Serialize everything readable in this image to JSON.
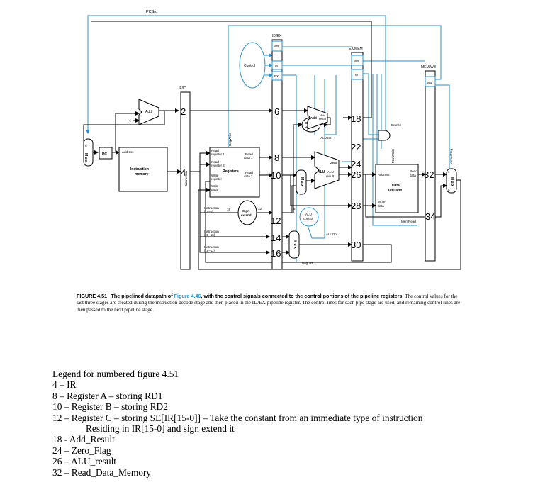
{
  "diagram": {
    "pipeline_registers": [
      "IF/ID",
      "ID/EX",
      "EX/MEM",
      "MEM/WB"
    ],
    "control_fields": [
      "WB",
      "M",
      "EX"
    ],
    "blocks": {
      "control": "Control",
      "add": "Add",
      "add2_a": "Add",
      "add2_b": "Add",
      "add2_c": "result",
      "shift_a": "Shift",
      "shift_b": "left 2",
      "pc": "PC",
      "pc_address": "Address",
      "imem_a": "Instruction",
      "imem_b": "memory",
      "rf_read1_a": "Read",
      "rf_read1_b": "register 1",
      "rf_read2_a": "Read",
      "rf_read2_b": "register 2",
      "rf_write_a": "Write",
      "rf_write_b": "register",
      "rf_wdata_a": "Write",
      "rf_wdata_b": "data",
      "rf_title": "Registers",
      "rf_rd1_a": "Read",
      "rf_rd1_b": "data 1",
      "rf_rd2_a": "Read",
      "rf_rd2_b": "data 2",
      "sign_a": "Sign-",
      "sign_b": "extend",
      "alu": "ALU",
      "alu_zero": "Zero",
      "alu_res_a": "ALU",
      "alu_res_b": "result",
      "alu_ctl_a": "ALU",
      "alu_ctl_b": "control",
      "dmem_addr": "Address",
      "dmem_rd_a": "Read",
      "dmem_rd_b": "data",
      "dmem_title_a": "Data",
      "dmem_title_b": "memory",
      "dmem_wd_a": "Write",
      "dmem_wd_b": "data",
      "mux_letters": "M u x",
      "instr_vert": "Instruction",
      "instr_15_0_a": "Instruction",
      "instr_15_0_b": "[15–0]",
      "instr_20_16_a": "Instruction",
      "instr_20_16_b": "[20–16]",
      "instr_15_11_a": "Instruction",
      "instr_15_11_b": "[15–11]"
    },
    "signals": {
      "pcsrc": "PCSrc",
      "regwrite": "RegWrite",
      "alusrc": "ALUSrc",
      "aluop": "ALUOp",
      "regdst": "RegDst",
      "branch": "Branch",
      "memwrite": "MemWrite",
      "memread": "MemRead",
      "memtoreg": "MemtoReg",
      "four": "4",
      "w16": "16",
      "w32": "32",
      "w6": "6",
      "zero": "0",
      "one": "1"
    },
    "numbers": {
      "n2": "2",
      "n4": "4",
      "n6": "6",
      "n8": "8",
      "n10": "10",
      "n12": "12",
      "n14": "14",
      "n16": "16",
      "n18": "18",
      "n22": "22",
      "n24": "24",
      "n26": "26",
      "n28": "28",
      "n30": "30",
      "n32": "32",
      "n34": "34"
    },
    "colors": {
      "control": "#2a8fc8",
      "datapath": "#000000"
    }
  },
  "caption": {
    "figure_label": "FIGURE 4.51",
    "text_a": "The pipelined datapath of ",
    "text_ref": "Figure 4.46",
    "text_b": ", with the control signals connected to the control portions of the pipeline registers.",
    "text_c": "The control values for the last three stages are created during the instruction decode stage and then placed in the ID/EX pipeline register. The control lines for each pipe stage are used, and remaining control lines are then passed to the next pipeline stage."
  },
  "legend": {
    "title": "Legend for numbered figure 4.51",
    "items": [
      "4 – IR",
      "8 – Register A – storing RD1",
      "10 – Register B – storing RD2",
      "12 – Register C – storing SE[IR[15-0]] – Take the constant from an immediate type of instruction",
      "Residing in IR[15-0] and sign extend it",
      "18  - Add_Result",
      "24 – Zero_Flag",
      "26 – ALU_result",
      "32 – Read_Data_Memory"
    ]
  }
}
